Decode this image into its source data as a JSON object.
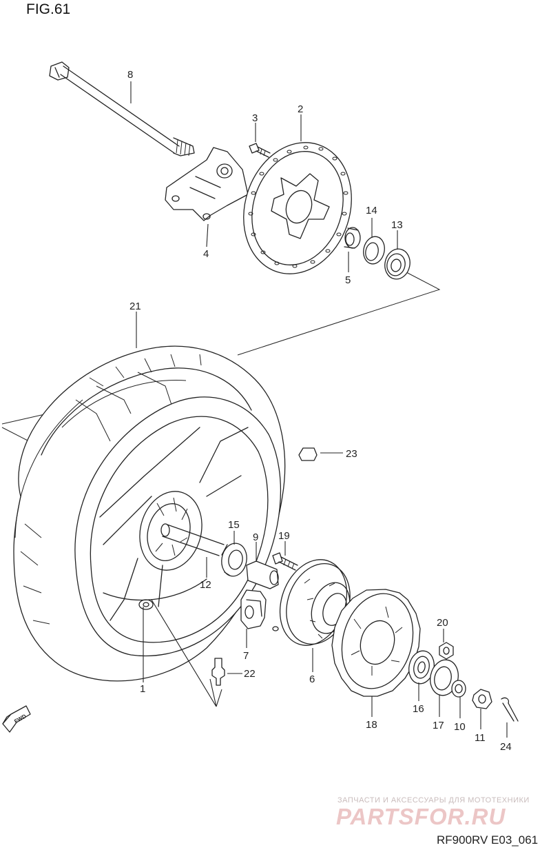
{
  "figure": {
    "title": "FIG.61",
    "code": "RF900RV E03_061"
  },
  "direction_badge": {
    "label": "FWD",
    "icon": "fwd-arrow-icon"
  },
  "watermark": {
    "tagline": "ЗАПЧАСТИ И АКСЕССУАРЫ ДЛЯ МОТОТЕХНИКИ",
    "logo_text": "PARTSFOR.RU"
  },
  "callouts": {
    "c1": "1",
    "c2": "2",
    "c3": "3",
    "c4": "4",
    "c5": "5",
    "c6": "6",
    "c7": "7",
    "c8": "8",
    "c9": "9",
    "c10": "10",
    "c11": "11",
    "c12": "12",
    "c13": "13",
    "c14": "14",
    "c15": "15",
    "c16": "16",
    "c17": "17",
    "c18": "18",
    "c19": "19",
    "c20": "20",
    "c21": "21",
    "c22": "22",
    "c23": "23",
    "c24": "24"
  },
  "colors": {
    "line": "#222222",
    "background": "#ffffff",
    "watermark": "#ecc6c6"
  }
}
